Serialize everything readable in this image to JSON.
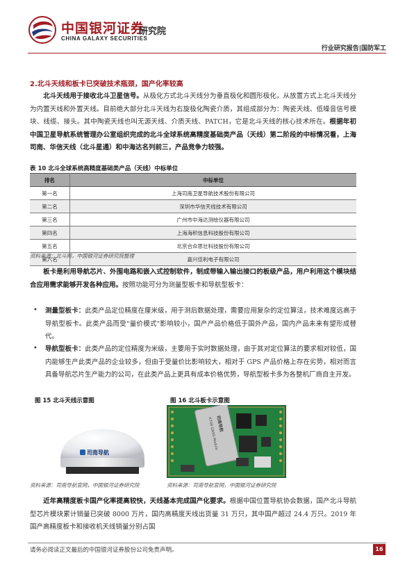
{
  "header": {
    "logo_cn": "中国银河证券",
    "logo_en": "CHINA GALAXY SECURITIES",
    "institute": "研究院",
    "category": "行业研究报告|国防军工"
  },
  "section": {
    "title": "2.北斗天线和板卡已突破技术瓶颈，国产化率较高",
    "para1_bold": "北斗天线用于接收北斗卫星信号。",
    "para1_text": "从极化方式北斗天线分为垂直极化和圆形极化，从放置方式上北斗天线分为内置天线和外置天线。目前绝大部分北斗天线为右旋极化陶瓷介质，其组成部分为：陶瓷天线、低噪音信号模块、线缆、接头。其中陶瓷天线也叫无源天线、介质天线、PATCH，它是北斗天线的核心技术所在。",
    "para1_bold2": "根据年初中国卫星导航系统管理办公室组织完成的北斗全球系统高精度基础类产品（天线）第二阶段的中标情况看，上海司南、华信天线（北斗星通）和中海达名列前三，产品竞争力较强。"
  },
  "table": {
    "caption": "表 10  北斗全球系统高精度基础类产品（天线）中标单位",
    "headers": [
      "排名",
      "中标单位"
    ],
    "rows": [
      [
        "第一名",
        "上海司南卫星导航技术股份有限公司"
      ],
      [
        "第二名",
        "深圳市华信天线技术有限公司"
      ],
      [
        "第三名",
        "广州市中海达测绘仪器有限公司"
      ],
      [
        "第四名",
        "上海海积信息科技股份有限公司"
      ],
      [
        "第五名",
        "北京合众思壮科技股份有限公司"
      ],
      [
        "第六名",
        "嘉兴佳利电子有限公司"
      ]
    ],
    "source": "资料来源：北斗网，中国银河证券研究院整理"
  },
  "board": {
    "para_bold": "板卡是利用导航芯片、外围电路和嵌入式控制软件，制成带输入输出接口的板级产品，用户利用这个模块结合应用需求能够开发各种应用。",
    "para_text": "按照功能可分为测量型板卡和导航型板卡：",
    "bullet_mark": "•",
    "bullet1_bold": "测量型板卡：",
    "bullet1_text": "此类产品定位精度在厘米级，用于测后数据处理，需要应用复杂的定位算法，技术难度远高于导航型板卡。此类产品而受\"量价模式\"影响较小，国产产品价格低于国外产品，国内产品未来有望形成替代。",
    "bullet2_bold": "导航型板卡：",
    "bullet2_text": "此类产品的定位精度为米级，主要用于实时数据处理，由于其对定位算法的要求相对较低，国内能够生产此类产品的企业较多，但由于受量价比影响较大，相对于 GPS 产品价格上存在劣势，相对而言具备导航芯片生产能力的公司，在此类产品上更具有成本价格优势，导航型板卡多为各整机厂商自主开发。"
  },
  "figures": {
    "fig15_caption": "图 15  北斗天线示意图",
    "fig16_caption": "图 16  北斗板卡示意图",
    "fig15_source": "资料来源：司南导航官网，中国银河证券研究院",
    "fig16_source": "资料来源：司南导航官网，中国银河证券研究院",
    "antenna_brand": "司南导航",
    "board_label": "K708 GNSS Module",
    "board_brand": "司南导航"
  },
  "closing": {
    "para_bold": "近年高精度板卡国产化率提高较快，天线基本完成国产化要求。",
    "para_text": "根据中国位置导航协会数据，国产北斗导航型芯片模块累计销量已突破 8000 万片，国内高精度天线出货量 31 万只，其中国产超过 24.4 万只。2019 年国产高精度板卡和接收机天线销量分别占国"
  },
  "footer": {
    "disclaimer": "请务必阅读正文最后的中国银河证券股份公司免责声明。",
    "page": "16"
  },
  "colors": {
    "brand": "#a01c22",
    "table_header": "#a9a9a9"
  }
}
